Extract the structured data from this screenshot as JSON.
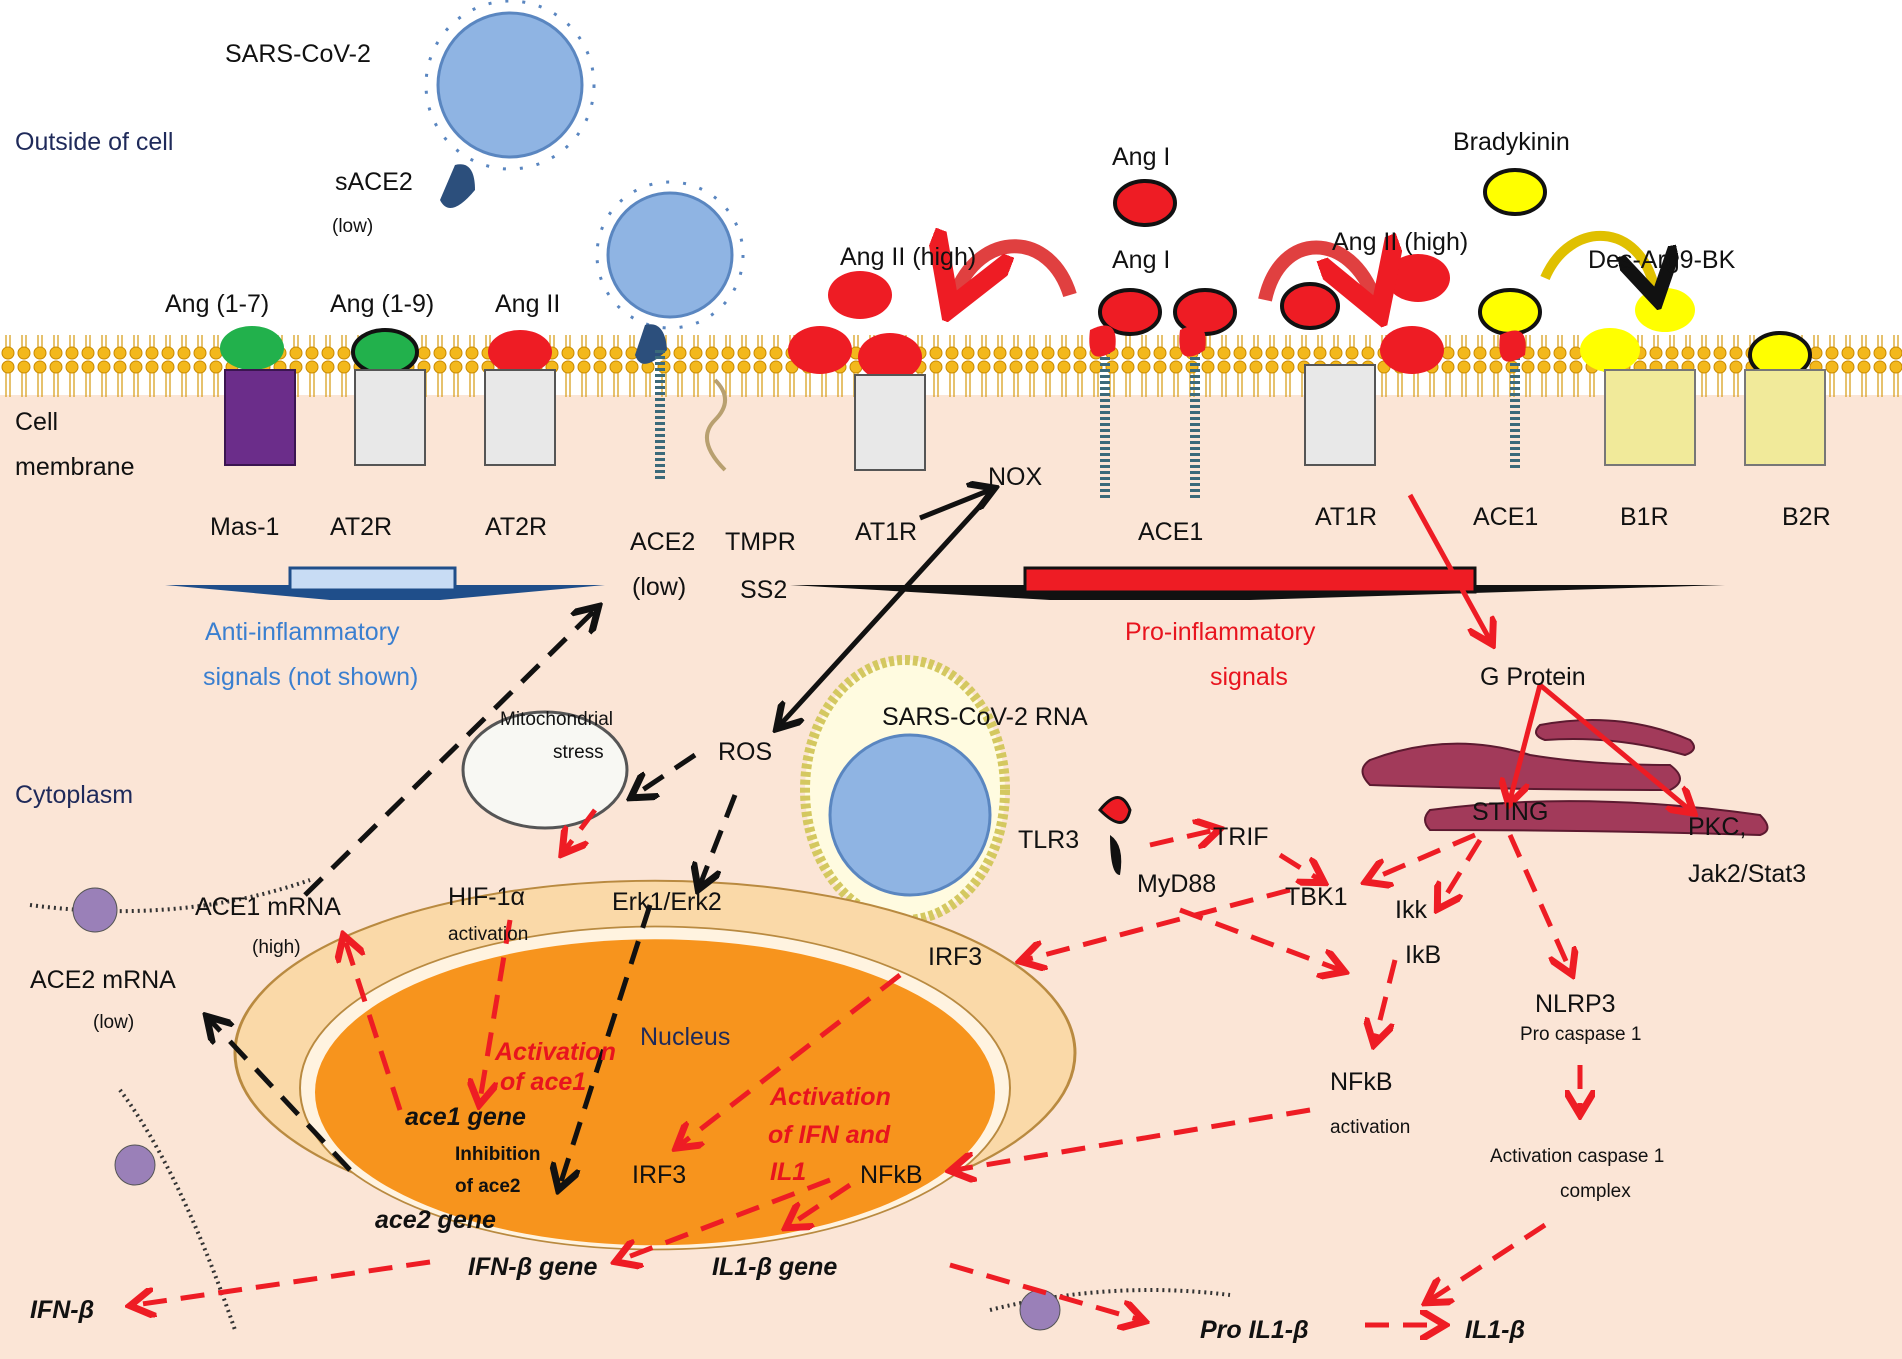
{
  "regions": {
    "outside": "Outside of cell",
    "membrane_line1": "Cell",
    "membrane_line2": "membrane",
    "cytoplasm": "Cytoplasm",
    "nucleus": "Nucleus"
  },
  "extracellular": {
    "virus": "SARS-CoV-2",
    "sace2": "sACE2",
    "sace2_level": "(low)",
    "ang17": "Ang (1-7)",
    "ang19": "Ang (1-9)",
    "ang2": "Ang II",
    "ang2_high_left": "Ang II (high)",
    "ang1_top": "Ang I",
    "ang1_mid": "Ang I",
    "ang2_high_right": "Ang II (high)",
    "bradykinin": "Bradykinin",
    "desarg": "Des-Arg9-BK"
  },
  "receptors": {
    "mas1": "Mas-1",
    "at2r_1": "AT2R",
    "at2r_2": "AT2R",
    "ace2": "ACE2",
    "ace2_level": "(low)",
    "tmprss2_a": "TMPR",
    "tmprss2_b": "SS2",
    "at1r_1": "AT1R",
    "nox": "NOX",
    "ace1_1": "ACE1",
    "at1r_2": "AT1R",
    "ace1_2": "ACE1",
    "b1r": "B1R",
    "b2r": "B2R"
  },
  "signals": {
    "anti_1": "Anti-inflammatory",
    "anti_2": "signals (not shown)",
    "pro_1": "Pro-inflammatory",
    "pro_2": "signals"
  },
  "cytoplasm": {
    "gprotein": "G Protein",
    "mito_1": "Mitochondrial",
    "mito_2": "stress",
    "ros": "ROS",
    "viral_rna": "SARS-CoV-2 RNA",
    "tlr3": "TLR3",
    "trif": "TRIF",
    "myd88": "MyD88",
    "tbk1": "TBK1",
    "sting": "STING",
    "pkc_1": "PKC,",
    "pkc_2": "Jak2/Stat3",
    "ikk": "Ikk",
    "ikb": "IkB",
    "irf3": "IRF3",
    "ace1_mrna": "ACE1 mRNA",
    "ace1_mrna_level": "(high)",
    "hif_1": "HIF-1α",
    "hif_2": "activation",
    "erk": "Erk1/Erk2",
    "ace2_mrna": "ACE2  mRNA",
    "ace2_mrna_level": "(low)",
    "nlrp3": "NLRP3",
    "procasp": "Pro caspase 1",
    "nfkb_1": "NFkB",
    "nfkb_2": "activation",
    "casp_1": "Activation caspase 1",
    "casp_2": "complex",
    "ifnb": "IFN-β",
    "pro_il1b": "Pro IL1-β",
    "il1b": "IL1-β"
  },
  "nucleus": {
    "act_ace1_1": "Activation",
    "act_ace1_2": "of ace1",
    "ace1_gene": "ace1 gene",
    "inh_1": "Inhibition",
    "inh_2": "of ace2",
    "ace2_gene": "ace2 gene",
    "act_ifn_1": "Activation",
    "act_ifn_2": "of IFN and",
    "act_ifn_3": "IL1",
    "irf3": "IRF3",
    "nfkb": "NFkB",
    "ifnb_gene": "IFN-β gene",
    "il1b_gene": "IL1-β gene"
  },
  "colors": {
    "cytoplasm": "#fbe5d6",
    "membrane": "#f3b81c",
    "nucleus": "#f7941d",
    "virus": "#8fb4e3",
    "ang_red": "#ee1c24",
    "ang_green": "#22b14c",
    "bradykinin": "#ffff00",
    "golgi": "#a23a5a"
  }
}
